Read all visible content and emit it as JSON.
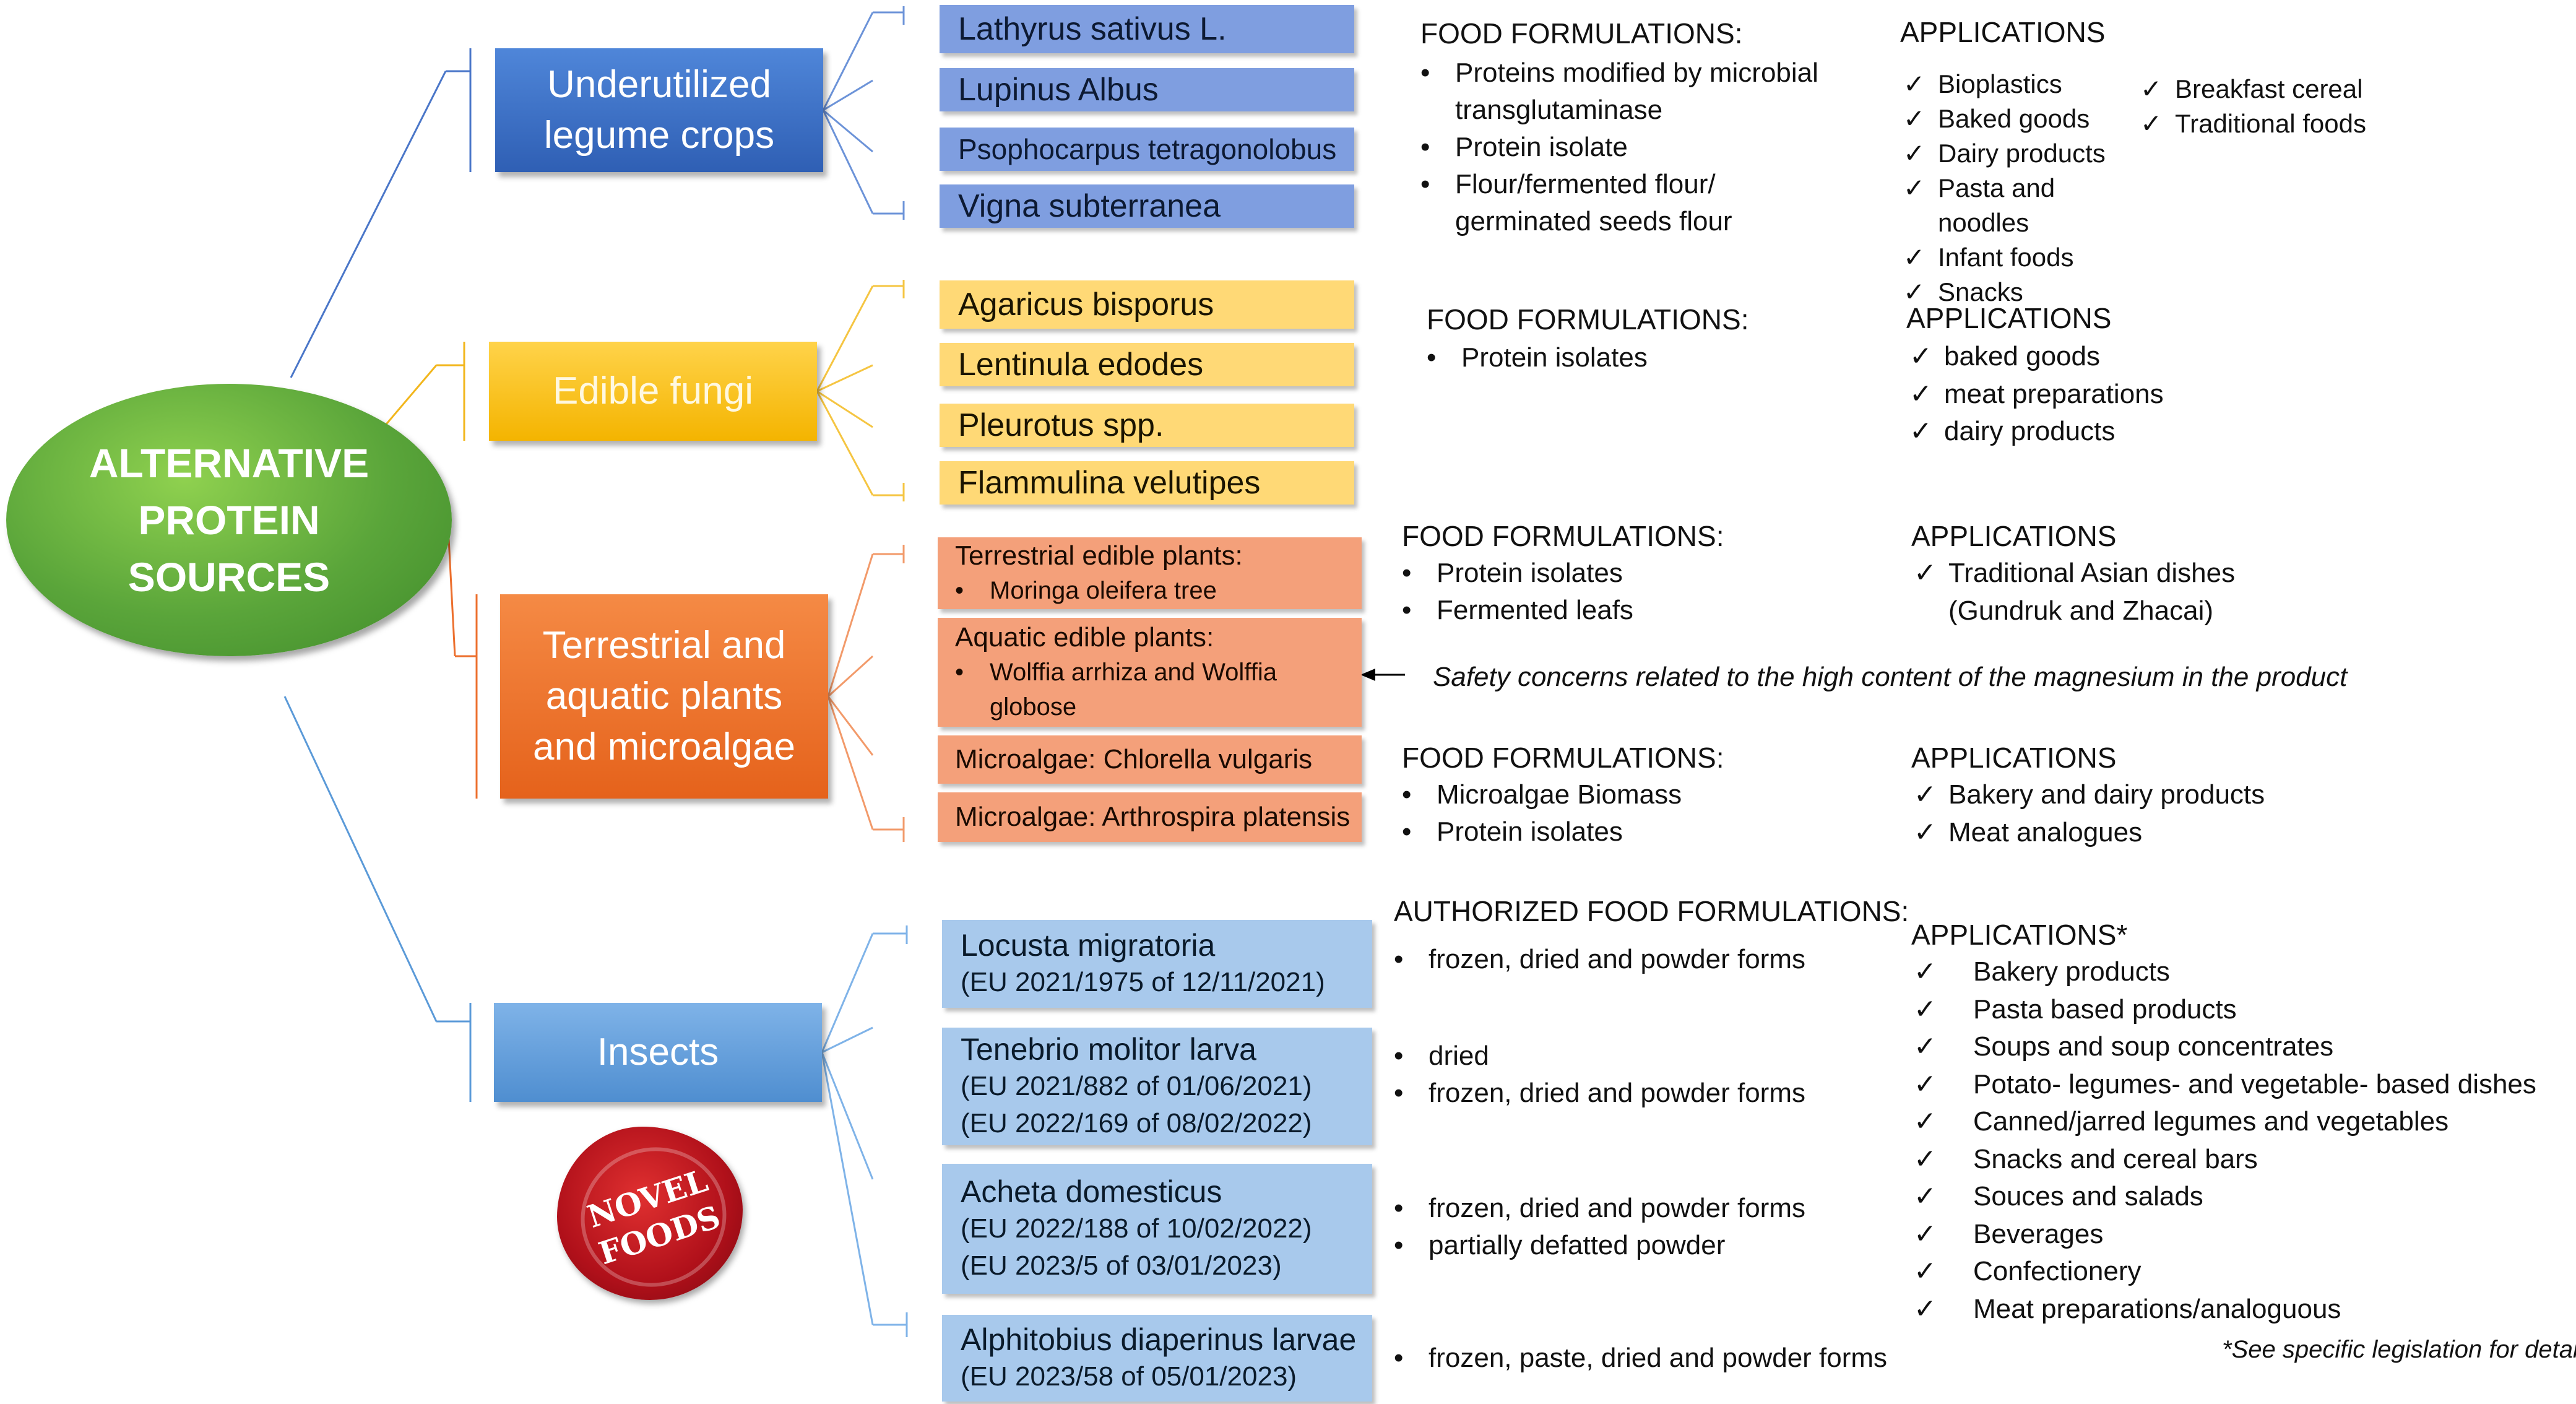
{
  "center": {
    "label": "ALTERNATIVE\nPROTEIN\nSOURCES"
  },
  "categories": {
    "legume": {
      "label": "Underutilized\nlegume crops",
      "color": "#3a6fcf"
    },
    "fungi": {
      "label": "Edible fungi",
      "color": "#f7c21a"
    },
    "plants": {
      "label": "Terrestrial and\naquatic plants\nand microalgae",
      "color": "#ec6f2d"
    },
    "insects": {
      "label": "Insects",
      "color": "#5b9ad8"
    }
  },
  "legume": {
    "items": [
      "Lathyrus sativus L.",
      "Lupinus Albus",
      "Psophocarpus tetragonolobus",
      "Vigna subterranea"
    ],
    "formulations_header": "FOOD FORMULATIONS:",
    "formulations": [
      "Proteins modified by microbial\ntransglutaminase",
      "Protein isolate",
      "Flour/fermented flour/\ngerminated seeds flour"
    ],
    "applications_header": "APPLICATIONS",
    "applications_col1": [
      "Bioplastics",
      "Baked goods",
      "Dairy products",
      "Pasta and noodles",
      "Infant foods",
      "Snacks"
    ],
    "applications_col2": [
      "Breakfast cereal",
      "Traditional foods"
    ]
  },
  "fungi": {
    "items": [
      "Agaricus bisporus",
      "Lentinula edodes",
      "Pleurotus spp.",
      "Flammulina velutipes"
    ],
    "formulations_header": "FOOD FORMULATIONS:",
    "formulations": [
      "Protein isolates"
    ],
    "applications_header": "APPLICATIONS",
    "applications": [
      "baked goods",
      "meat preparations",
      "dairy products"
    ]
  },
  "plants": {
    "terrestrial_title": "Terrestrial edible plants:",
    "terrestrial_item": "Moringa oleifera tree",
    "aquatic_title": "Aquatic edible plants:",
    "aquatic_item": "Wolffia arrhiza and Wolffia\nglobose",
    "microalgae_1": "Microalgae: Chlorella vulgaris",
    "microalgae_2": "Microalgae: Arthrospira platensis",
    "formulations_header_1": "FOOD FORMULATIONS:",
    "formulations_1": [
      "Protein isolates",
      "Fermented leafs"
    ],
    "applications_header_1": "APPLICATIONS",
    "applications_1": [
      "Traditional Asian dishes\n(Gundruk and Zhacai)"
    ],
    "safety_note": "Safety concerns related to the high content of the magnesium in the product",
    "formulations_header_2": "FOOD FORMULATIONS:",
    "formulations_2": [
      "Microalgae Biomass",
      "Protein isolates"
    ],
    "applications_header_2": "APPLICATIONS",
    "applications_2": [
      "Bakery and dairy products",
      "Meat analogues"
    ]
  },
  "insects": {
    "items": [
      {
        "name": "Locusta migratoria",
        "reg": "(EU 2021/1975 of 12/11/2021)"
      },
      {
        "name": "Tenebrio molitor larva",
        "reg": "(EU 2021/882  of 01/06/2021)\n(EU 2022/169  of 08/02/2022)"
      },
      {
        "name": "Acheta domesticus",
        "reg": "(EU 2022/188  of 10/02/2022)\n(EU 2023/5  of 03/01/2023)"
      },
      {
        "name": "Alphitobius diaperinus larvae",
        "reg": "(EU 2023/58 of 05/01/2023)"
      }
    ],
    "formulations_header": "AUTHORIZED FOOD FORMULATIONS:",
    "formulations_1": [
      "frozen, dried and powder forms"
    ],
    "formulations_2": [
      "dried",
      "frozen, dried and powder forms"
    ],
    "formulations_3": [
      "frozen, dried and powder forms",
      "partially defatted powder"
    ],
    "formulations_4": [
      "frozen, paste, dried and powder forms"
    ],
    "applications_header": "APPLICATIONS*",
    "applications": [
      "Bakery products",
      "Pasta based products",
      "Soups and soup concentrates",
      "Potato- legumes- and vegetable- based dishes",
      "Canned/jarred legumes and vegetables",
      "Snacks and cereal bars",
      "Souces and salads",
      "Beverages",
      "Confectionery",
      "Meat preparations/analoguous"
    ],
    "footnote": "*See specific legislation for details"
  },
  "seal": {
    "label": "NOVEL\nFOODS",
    "color": "#c0141c"
  }
}
